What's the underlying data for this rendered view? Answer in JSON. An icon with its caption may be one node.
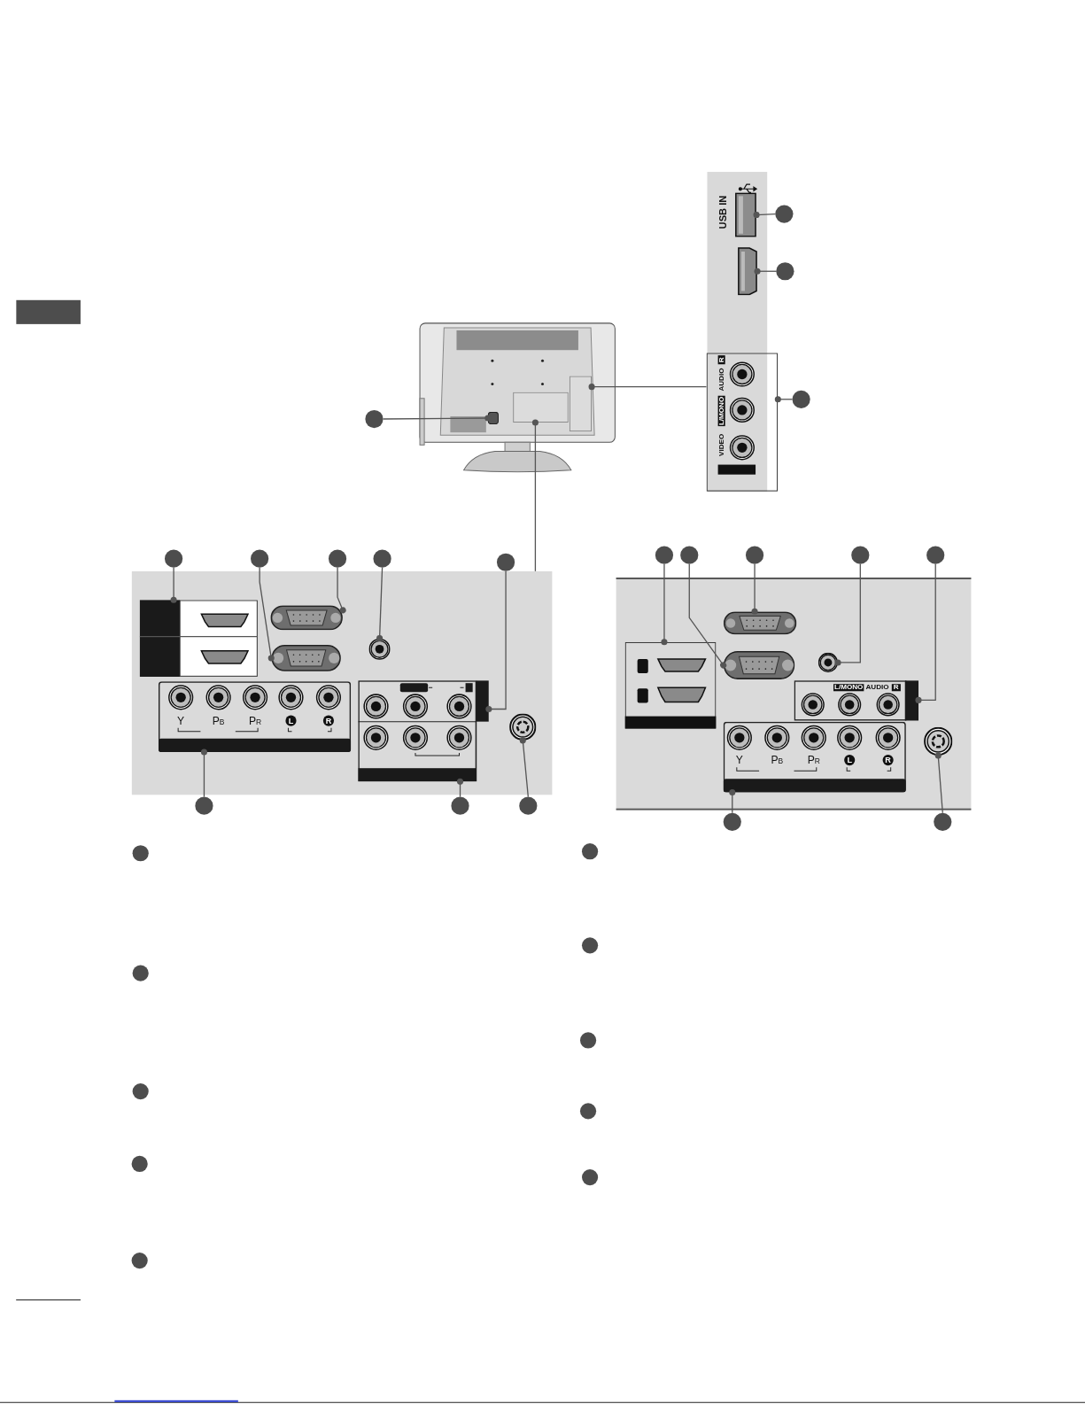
{
  "diagram": {
    "nodes": [
      {
        "text": [],
        "shape": "picture"
      },
      {
        "text": [],
        "shape": "box",
        "in": 0
      },
      {
        "text": [],
        "shape": "box",
        "in": 0
      },
      {
        "text": [],
        "shape": "box",
        "in": 0
      },
      {
        "text": [],
        "shape": "circle"
      },
      {
        "text": [],
        "shape": "port"
      },
      {
        "text": [],
        "shape": "circle"
      },
      {
        "text": [],
        "shape": "port"
      },
      {
        "text": [],
        "shape": "circle"
      },
      {
        "text": [
          "L/MONO",
          "AUDIO",
          "R",
          "VIDEO"
        ]
      },
      {
        "text": [],
        "shape": "circle"
      },
      {
        "text": [],
        "shape": "box"
      },
      {
        "text": [],
        "shape": "box",
        "in": 11
      },
      {
        "text": [],
        "shape": "circle"
      },
      {
        "text": [],
        "shape": "port",
        "in": 11
      },
      {
        "text": [],
        "shape": "circle"
      },
      {
        "text": [],
        "shape": "port",
        "in": 11
      },
      {
        "text": [],
        "shape": "circle"
      },
      {
        "text": [],
        "shape": "port",
        "in": 11
      },
      {
        "text": [],
        "shape": "circle"
      },
      {
        "text": [
          "Y",
          "P$_{B}$",
          "P$_{R}$",
          "L",
          "R"
        ],
        "in": 11
      },
      {
        "text": [],
        "shape": "box",
        "in": 11
      },
      {
        "text": [],
        "shape": "circle"
      },
      {
        "text": [],
        "shape": "port",
        "in": 11
      },
      {
        "text": [],
        "shape": "circle"
      },
      {
        "text": [],
        "shape": "circle"
      },
      {
        "text": [],
        "shape": "circle"
      },
      {
        "text": [],
        "shape": "box"
      },
      {
        "text": [],
        "shape": "box",
        "in": 27
      },
      {
        "text": [],
        "shape": "port",
        "in": 27
      },
      {
        "text": [],
        "shape": "port",
        "in": 27
      },
      {
        "text": [],
        "shape": "port",
        "in": 27
      },
      {
        "text": [
          "L/MONO",
          "AUDIO",
          "R"
        ],
        "in": 27
      },
      {
        "text": [
          "Y",
          "P$_{B}$",
          "P$_{R}$",
          "L",
          "R"
        ],
        "in": 27
      },
      {
        "text": [],
        "shape": "port",
        "in": 27
      },
      {
        "text": [],
        "shape": "circle"
      },
      {
        "text": [],
        "shape": "circle"
      },
      {
        "text": [],
        "shape": "circle"
      },
      {
        "text": [],
        "shape": "circle"
      },
      {
        "text": [],
        "shape": "circle"
      },
      {
        "text": [],
        "shape": "circle"
      },
      {
        "text": [],
        "shape": "circle"
      },
      {
        "text": [],
        "shape": "circle"
      },
      {
        "text": [],
        "shape": "circle"
      },
      {
        "text": [],
        "shape": "circle"
      },
      {
        "text": [],
        "shape": "circle"
      },
      {
        "text": [],
        "shape": "circle"
      },
      {
        "text": [],
        "shape": "circle"
      },
      {
        "text": [],
        "shape": "circle"
      },
      {
        "text": [],
        "shape": "circle"
      },
      {
        "text": [],
        "shape": "circle"
      },
      {
        "text": [],
        "shape": "circle"
      },
      {
        "text": [],
        "shape": "box"
      }
    ],
    "edges": [
      {
        "from": 4,
        "to": 1,
        "arrow": "other"
      },
      {
        "from": 6,
        "to": 5,
        "arrow": "other"
      },
      {
        "from": 8,
        "to": 7,
        "arrow": "other"
      },
      {
        "from": 10,
        "to": 9,
        "arrow": "other"
      },
      {
        "from": 9,
        "to": 3,
        "arrow": "other"
      },
      {
        "from": 11,
        "to": 2,
        "arrow": "other"
      },
      {
        "from": 13,
        "to": 12,
        "arrow": "other"
      },
      {
        "from": 15,
        "to": 14,
        "arrow": "other"
      },
      {
        "from": 17,
        "to": 16,
        "arrow": "other"
      },
      {
        "from": 19,
        "to": 18,
        "arrow": "other"
      },
      {
        "from": 22,
        "to": 21,
        "arrow": "other"
      },
      {
        "from": 24,
        "to": 20,
        "arrow": "other"
      },
      {
        "from": 25,
        "to": 21,
        "arrow": "other"
      },
      {
        "from": 26,
        "to": 23,
        "arrow": "other"
      },
      {
        "from": 35,
        "to": 28,
        "arrow": "other"
      },
      {
        "from": 36,
        "to": 29,
        "arrow": "other"
      },
      {
        "from": 37,
        "to": 30,
        "arrow": "other"
      },
      {
        "from": 38,
        "to": 31,
        "arrow": "other"
      },
      {
        "from": 39,
        "to": 32,
        "arrow": "other"
      },
      {
        "from": 40,
        "to": 33,
        "arrow": "other"
      },
      {
        "from": 41,
        "to": 34,
        "arrow": "other"
      }
    ],
    "labels": [
      "USB IN"
    ]
  }
}
